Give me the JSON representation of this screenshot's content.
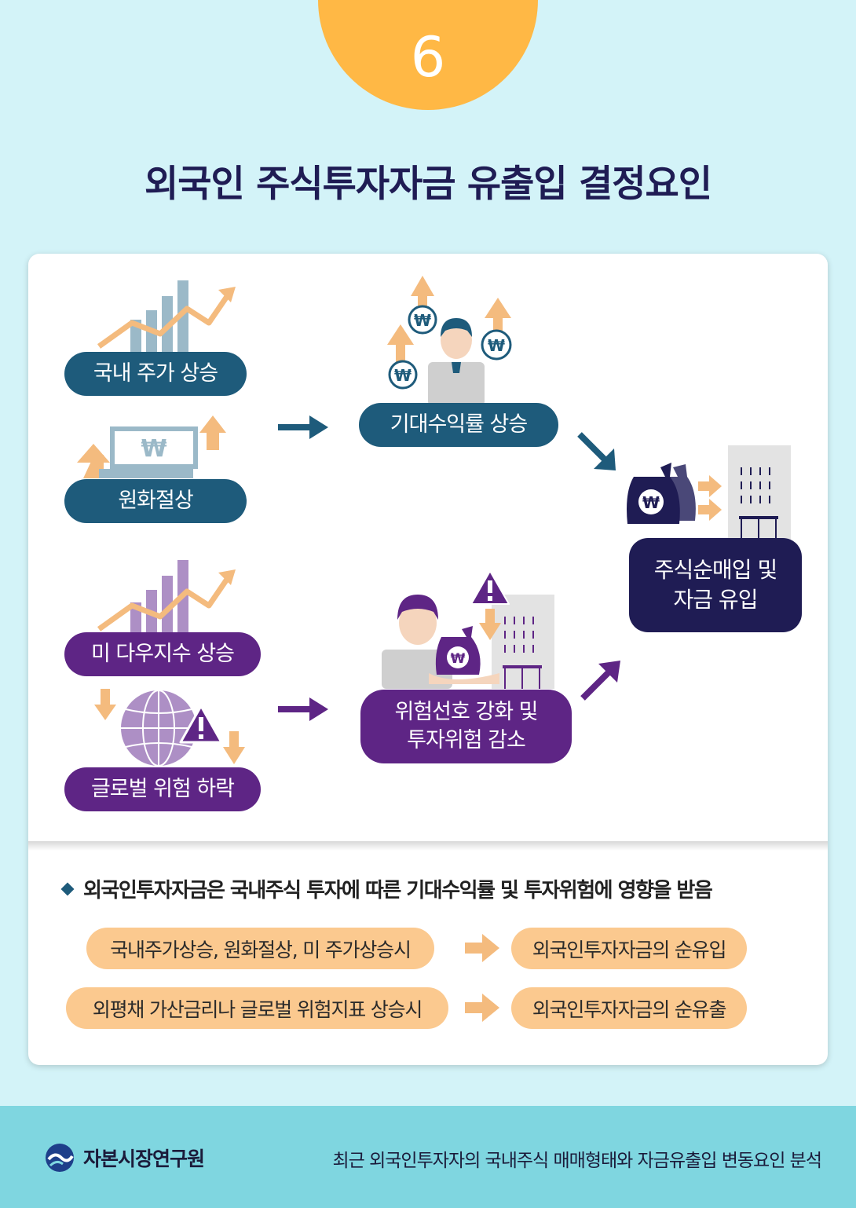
{
  "number": "6",
  "title": "외국인 주식투자자금 유출입 결정요인",
  "diagram": {
    "domestic_stock_rise": "국내 주가 상승",
    "won_appreciation": "원화절상",
    "expected_return_rise": "기대수익률 상승",
    "us_dow_rise": "미 다우지수 상승",
    "global_risk_fall": "글로벌 위험 하락",
    "risk_appetite": "위험선호 강화 및\n투자위험 감소",
    "net_buying": "주식순매입 및\n자금 유입",
    "won_symbol": "₩"
  },
  "summary": {
    "bullet": "외국인투자자금은 국내주식 투자에 따른 기대수익률 및 투자위험에 영향을 받음",
    "row1_condition": "국내주가상승, 원화절상, 미 주가상승시",
    "row1_result": "외국인투자자금의 순유입",
    "row2_condition": "외평채 가산금리나 글로벌 위험지표 상승시",
    "row2_result": "외국인투자자금의 순유출"
  },
  "footer": {
    "org": "자본시장연구원",
    "source": "최근 외국인투자자의 국내주식 매매형태와 자금유출입 변동요인 분석"
  },
  "colors": {
    "background": "#d3f3f8",
    "accent_orange": "#ffb845",
    "blue": "#1e5b7b",
    "purple": "#5e2585",
    "navy": "#1f1c54",
    "peach": "#fbc98f",
    "footer": "#7fd6e0"
  }
}
